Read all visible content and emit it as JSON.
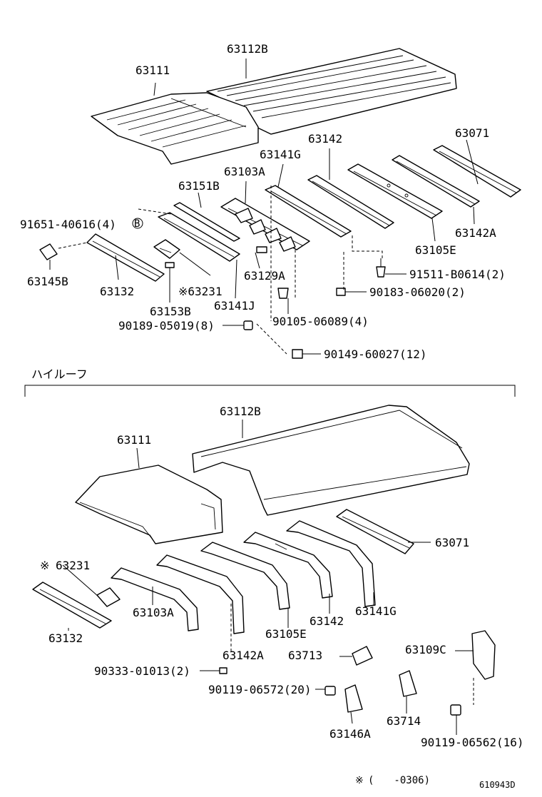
{
  "standard_roof": {
    "labels": {
      "l_63112b": "63112B",
      "l_63111": "63111",
      "l_63142": "63142",
      "l_63071": "63071",
      "l_63141g": "63141G",
      "l_63103a": "63103A",
      "l_63151b": "63151B",
      "l_91651": "91651-40616(4)",
      "l_b_marker": "B",
      "l_63142a": "63142A",
      "l_63105e": "63105E",
      "l_63145b": "63145B",
      "l_63132": "63132",
      "l_63129a": "63129A",
      "l_91511": "91511-B0614(2)",
      "l_63231": "※63231",
      "l_90183": "90183-06020(2)",
      "l_63153b": "63153B",
      "l_63141j": "63141J",
      "l_90189": "90189-05019(8)",
      "l_90105": "90105-06089(4)",
      "l_90149": "90149-60027(12)"
    }
  },
  "section_title": "ハイルーフ",
  "high_roof": {
    "labels": {
      "l_63112b": "63112B",
      "l_63111": "63111",
      "l_63071": "63071",
      "l_63231_mark": "※",
      "l_63231": "63231",
      "l_63103a": "63103A",
      "l_63142": "63142",
      "l_63141g": "63141G",
      "l_63132": "63132",
      "l_63105e": "63105E",
      "l_63109c": "63109C",
      "l_63142a": "63142A",
      "l_63713": "63713",
      "l_90333": "90333-01013(2)",
      "l_90119a": "90119-06572(20)",
      "l_63714": "63714",
      "l_63146a": "63146A",
      "l_90119b": "90119-06562(16)"
    }
  },
  "footnote": {
    "mark": "※",
    "range": "(　　-0306)"
  },
  "diagram_code": "610943D"
}
